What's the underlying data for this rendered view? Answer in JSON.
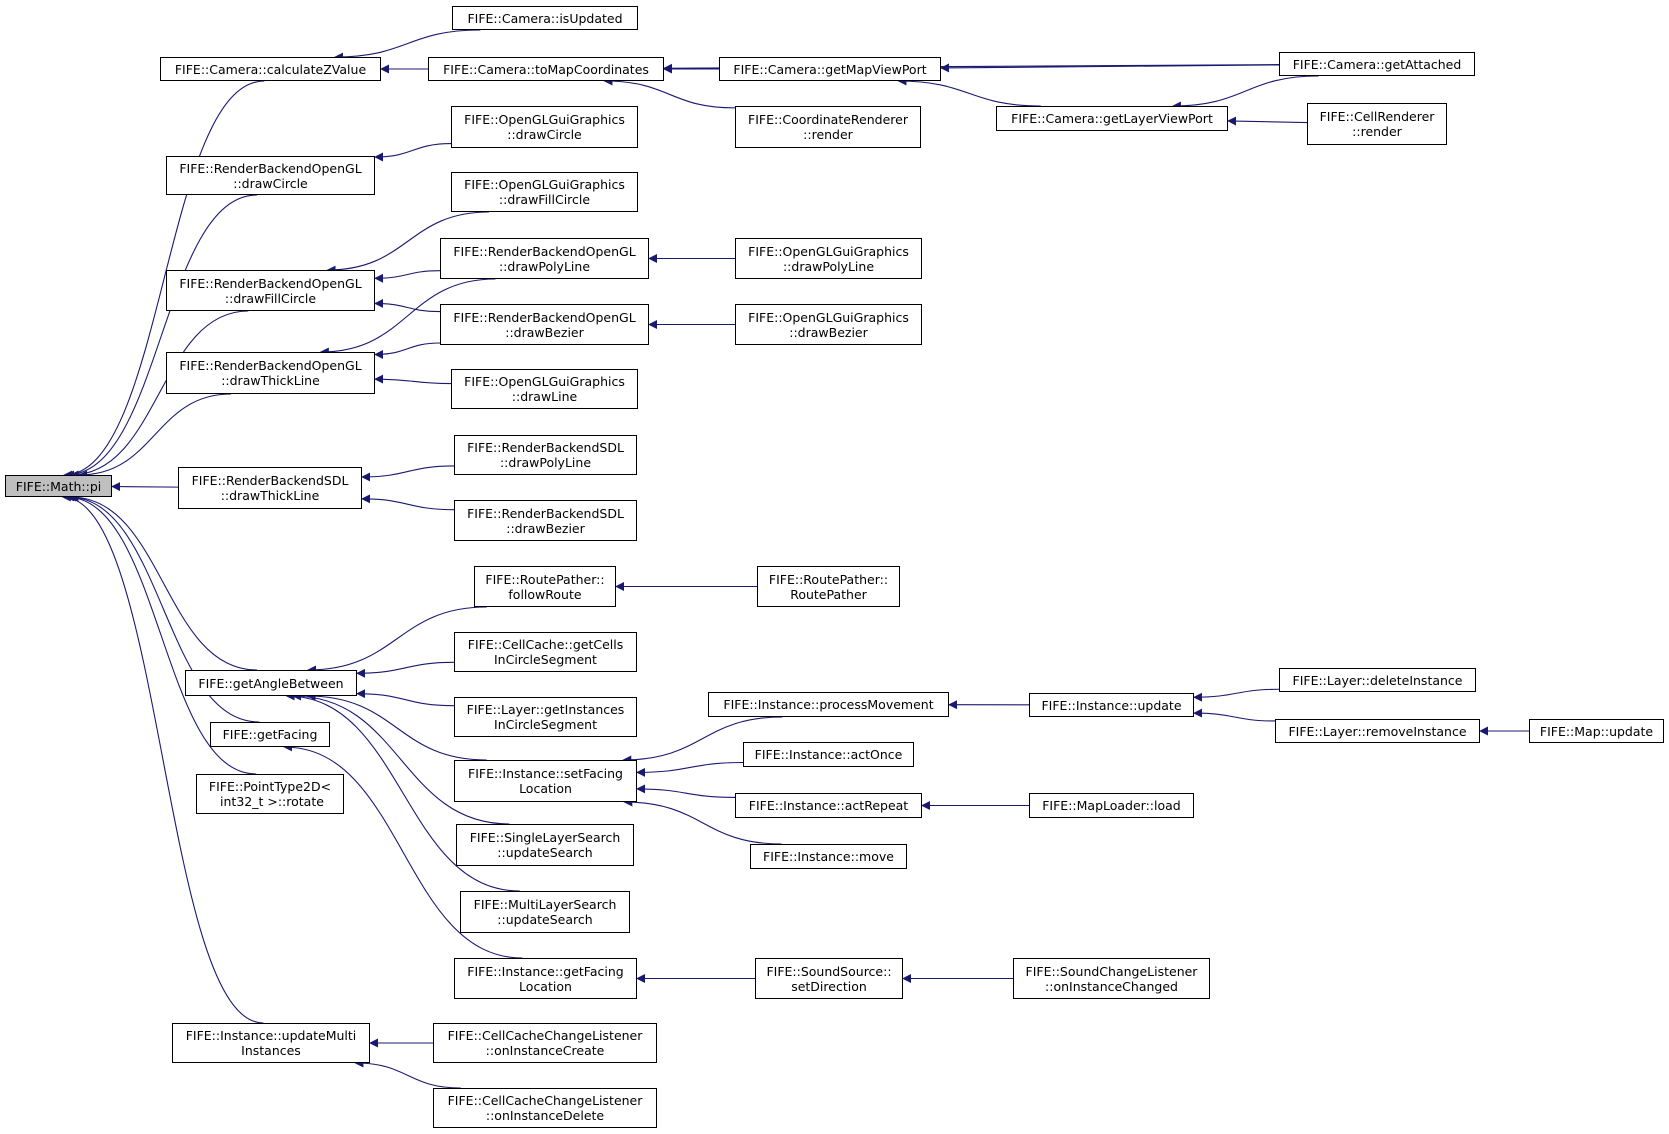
{
  "colors": {
    "edge": "#191970",
    "node_border": "#000000",
    "node_fill": "#ffffff",
    "root_fill": "#bfbfbf"
  },
  "nodes": {
    "n0": "FIFE::Math::pi",
    "n1": "FIFE::Camera::calculateZValue",
    "n2": "FIFE::Camera::isUpdated",
    "n3": "FIFE::Camera::toMapCoordinates",
    "n4": "FIFE::Camera::getMapViewPort",
    "n5": "FIFE::Camera::getAttached",
    "n6": "FIFE::CoordinateRenderer\n::render",
    "n7": "FIFE::Camera::getLayerViewPort",
    "n8": "FIFE::CellRenderer\n::render",
    "n9": "FIFE::RenderBackendOpenGL\n::drawCircle",
    "n10": "FIFE::OpenGLGuiGraphics\n::drawCircle",
    "n11": "FIFE::RenderBackendOpenGL\n::drawFillCircle",
    "n12": "FIFE::OpenGLGuiGraphics\n::drawFillCircle",
    "n13": "FIFE::RenderBackendOpenGL\n::drawPolyLine",
    "n14": "FIFE::OpenGLGuiGraphics\n::drawPolyLine",
    "n15": "FIFE::RenderBackendOpenGL\n::drawBezier",
    "n16": "FIFE::OpenGLGuiGraphics\n::drawBezier",
    "n17": "FIFE::RenderBackendOpenGL\n::drawThickLine",
    "n18": "FIFE::OpenGLGuiGraphics\n::drawLine",
    "n19": "FIFE::RenderBackendSDL\n::drawThickLine",
    "n20": "FIFE::RenderBackendSDL\n::drawPolyLine",
    "n21": "FIFE::RenderBackendSDL\n::drawBezier",
    "n22": "FIFE::RoutePather::\nfollowRoute",
    "n23": "FIFE::RoutePather::\nRoutePather",
    "n24": "FIFE::getAngleBetween",
    "n25": "FIFE::CellCache::getCells\nInCircleSegment",
    "n26": "FIFE::Layer::getInstances\nInCircleSegment",
    "n27": "FIFE::Instance::processMovement",
    "n28": "FIFE::Instance::update",
    "n29": "FIFE::Layer::deleteInstance",
    "n30": "FIFE::Layer::removeInstance",
    "n31": "FIFE::Map::update",
    "n32": "FIFE::getFacing",
    "n33": "FIFE::Instance::setFacing\nLocation",
    "n34": "FIFE::Instance::actOnce",
    "n35": "FIFE::Instance::actRepeat",
    "n36": "FIFE::MapLoader::load",
    "n37": "FIFE::Instance::move",
    "n38": "FIFE::PointType2D<\n int32_t >::rotate",
    "n39": "FIFE::SingleLayerSearch\n::updateSearch",
    "n40": "FIFE::MultiLayerSearch\n::updateSearch",
    "n41": "FIFE::Instance::getFacing\nLocation",
    "n42": "FIFE::SoundSource::\nsetDirection",
    "n43": "FIFE::SoundChangeListener\n::onInstanceChanged",
    "n44": "FIFE::Instance::updateMulti\nInstances",
    "n45": "FIFE::CellCacheChangeListener\n::onInstanceCreate",
    "n46": "FIFE::CellCacheChangeListener\n::onInstanceDelete"
  },
  "edges": [
    [
      "n1",
      "n0"
    ],
    [
      "n9",
      "n0"
    ],
    [
      "n11",
      "n0"
    ],
    [
      "n17",
      "n0"
    ],
    [
      "n19",
      "n0"
    ],
    [
      "n24",
      "n0"
    ],
    [
      "n32",
      "n0"
    ],
    [
      "n38",
      "n0"
    ],
    [
      "n44",
      "n0"
    ],
    [
      "n2",
      "n1"
    ],
    [
      "n3",
      "n1"
    ],
    [
      "n4",
      "n3"
    ],
    [
      "n5",
      "n3"
    ],
    [
      "n6",
      "n3"
    ],
    [
      "n5",
      "n4"
    ],
    [
      "n7",
      "n4"
    ],
    [
      "n5",
      "n7"
    ],
    [
      "n8",
      "n7"
    ],
    [
      "n10",
      "n9"
    ],
    [
      "n12",
      "n11"
    ],
    [
      "n13",
      "n11"
    ],
    [
      "n15",
      "n11"
    ],
    [
      "n14",
      "n13"
    ],
    [
      "n16",
      "n15"
    ],
    [
      "n13",
      "n17"
    ],
    [
      "n15",
      "n17"
    ],
    [
      "n18",
      "n17"
    ],
    [
      "n20",
      "n19"
    ],
    [
      "n21",
      "n19"
    ],
    [
      "n22",
      "n24"
    ],
    [
      "n25",
      "n24"
    ],
    [
      "n26",
      "n24"
    ],
    [
      "n33",
      "n24"
    ],
    [
      "n39",
      "n24"
    ],
    [
      "n40",
      "n24"
    ],
    [
      "n23",
      "n22"
    ],
    [
      "n27",
      "n33"
    ],
    [
      "n34",
      "n33"
    ],
    [
      "n35",
      "n33"
    ],
    [
      "n37",
      "n33"
    ],
    [
      "n28",
      "n27"
    ],
    [
      "n29",
      "n28"
    ],
    [
      "n30",
      "n28"
    ],
    [
      "n31",
      "n30"
    ],
    [
      "n36",
      "n35"
    ],
    [
      "n41",
      "n32"
    ],
    [
      "n42",
      "n41"
    ],
    [
      "n43",
      "n42"
    ],
    [
      "n45",
      "n44"
    ],
    [
      "n46",
      "n44"
    ]
  ]
}
